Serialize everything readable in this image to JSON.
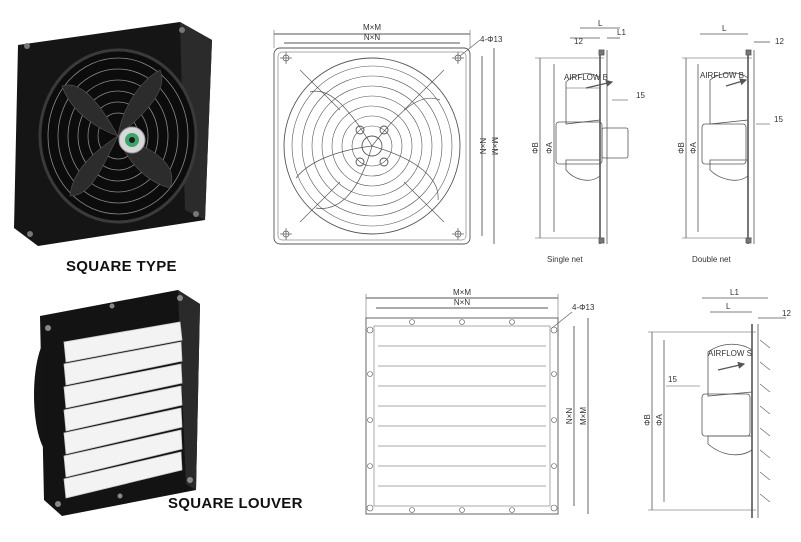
{
  "labels": {
    "square_type": "SQUARE TYPE",
    "square_louver": "SQUARE LOUVER"
  },
  "dims": {
    "mxm": "M×M",
    "nxn": "N×N",
    "holes": "4-Φ13",
    "l": "L",
    "l1": "L1",
    "d12": "12",
    "d15": "15",
    "phi_b": "ΦB",
    "phi_a": "ΦA",
    "airflow_b": "AIRFLOW B",
    "airflow_s": "AIRFLOW S",
    "single_net": "Single net",
    "double_net": "Double net"
  },
  "colors": {
    "line": "#555555",
    "fan_body": "#1a1a1a",
    "louver": "#f2f2f2",
    "hub_accent": "#3aa66a"
  }
}
